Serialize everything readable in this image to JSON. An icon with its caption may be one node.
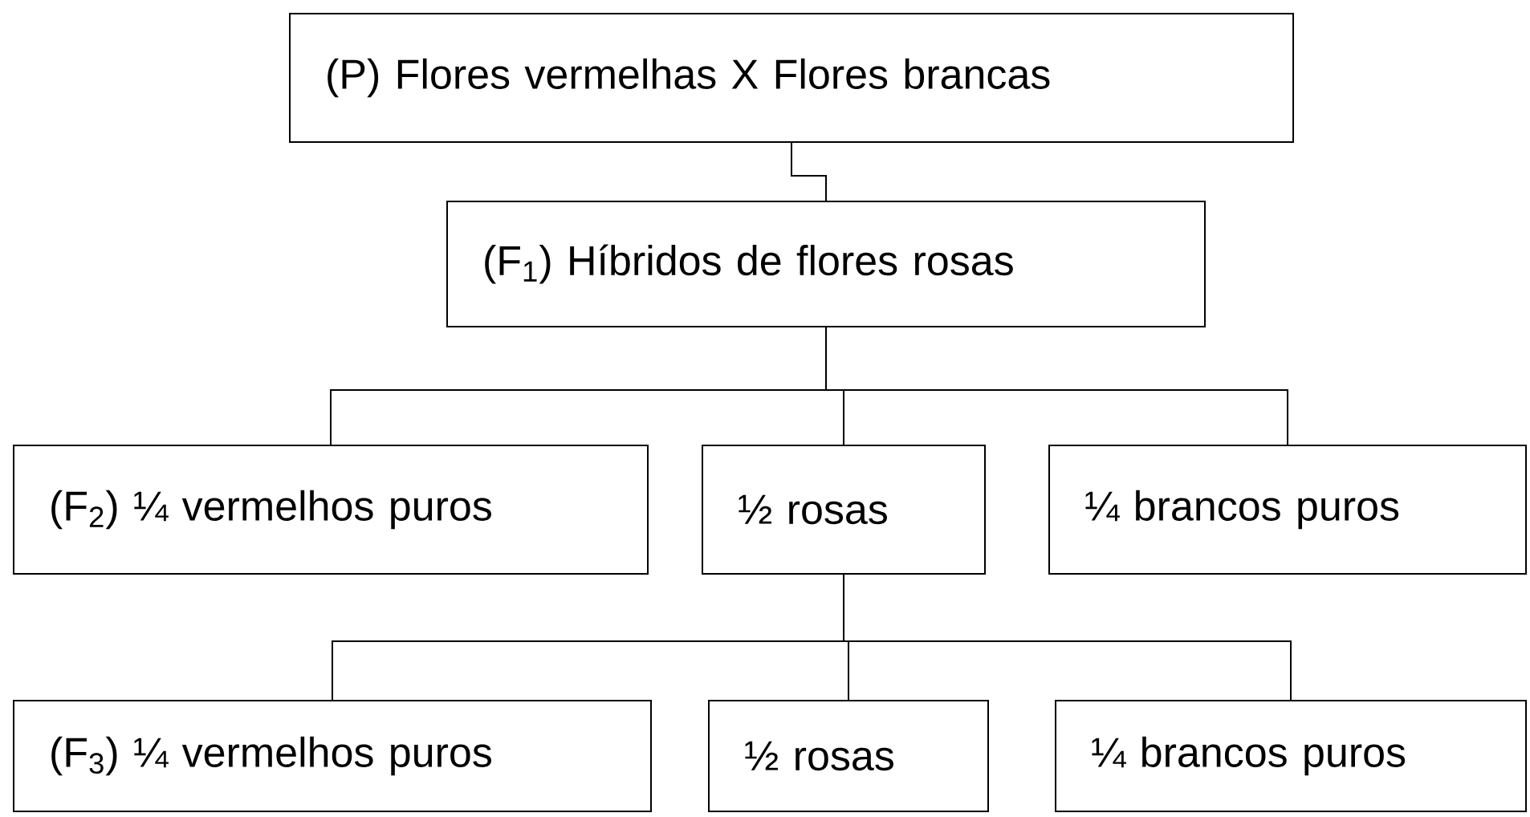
{
  "diagram": {
    "nodes": [
      {
        "text": [
          "(P) Flores vermelhas X Flores brancas"
        ]
      },
      {
        "text": [
          "(F$_{1}$) Híbridos de flores rosas"
        ]
      },
      {
        "text": [
          "(F$_{2}$) ¼ vermelhos puros"
        ]
      },
      {
        "text": [
          "½ rosas"
        ]
      },
      {
        "text": [
          "¼ brancos puros"
        ]
      },
      {
        "text": [
          "(F$_{3}$) ¼ vermelhos puros"
        ]
      },
      {
        "text": [
          "½ rosas"
        ]
      },
      {
        "text": [
          "¼ brancos puros"
        ]
      }
    ],
    "edges": [
      {
        "from": 0,
        "to": 1,
        "arrow": "none"
      },
      {
        "from": 1,
        "to": 2,
        "arrow": "none"
      },
      {
        "from": 1,
        "to": 3,
        "arrow": "none"
      },
      {
        "from": 1,
        "to": 4,
        "arrow": "none"
      },
      {
        "from": 3,
        "to": 5,
        "arrow": "none"
      },
      {
        "from": 3,
        "to": 6,
        "arrow": "none"
      },
      {
        "from": 3,
        "to": 7,
        "arrow": "none"
      }
    ]
  }
}
